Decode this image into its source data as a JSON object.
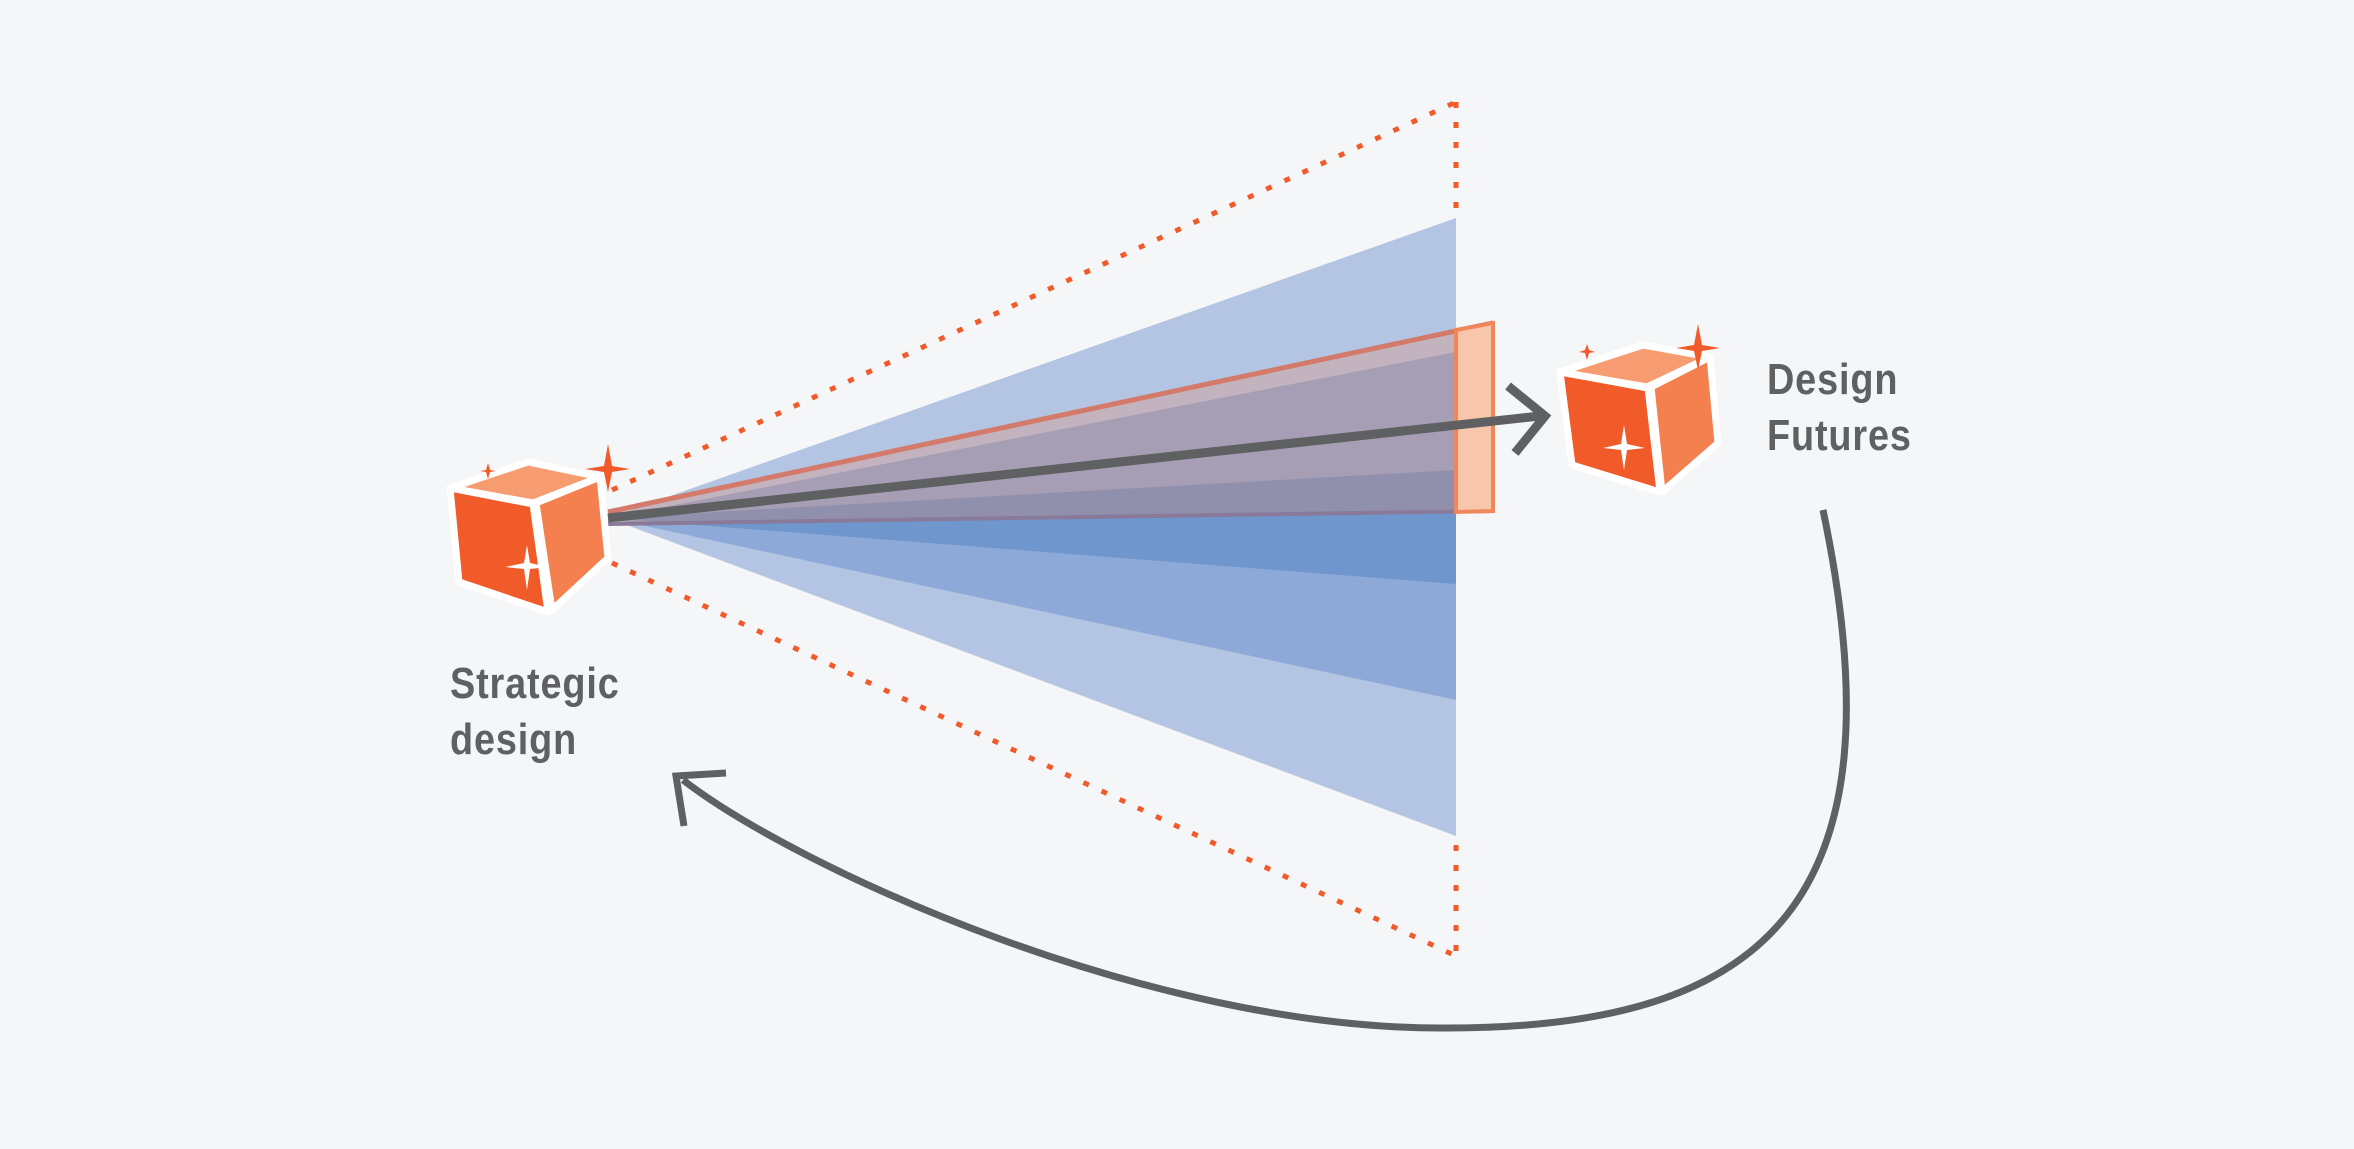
{
  "labels": {
    "source": [
      "Strategic",
      "design"
    ],
    "target": [
      "Design",
      "Futures"
    ]
  },
  "colors": {
    "background": "#f5f6f8",
    "cone_light": "#b3c5e3",
    "cone_mid": "#8ca9d7",
    "cone_dark": "#6f96cd",
    "orange": "#f15a29",
    "orange_light": "#f47f4f",
    "orange_top": "#f79b70",
    "highlight_fill": "#f7c6ab",
    "arrow": "#5f6061"
  }
}
